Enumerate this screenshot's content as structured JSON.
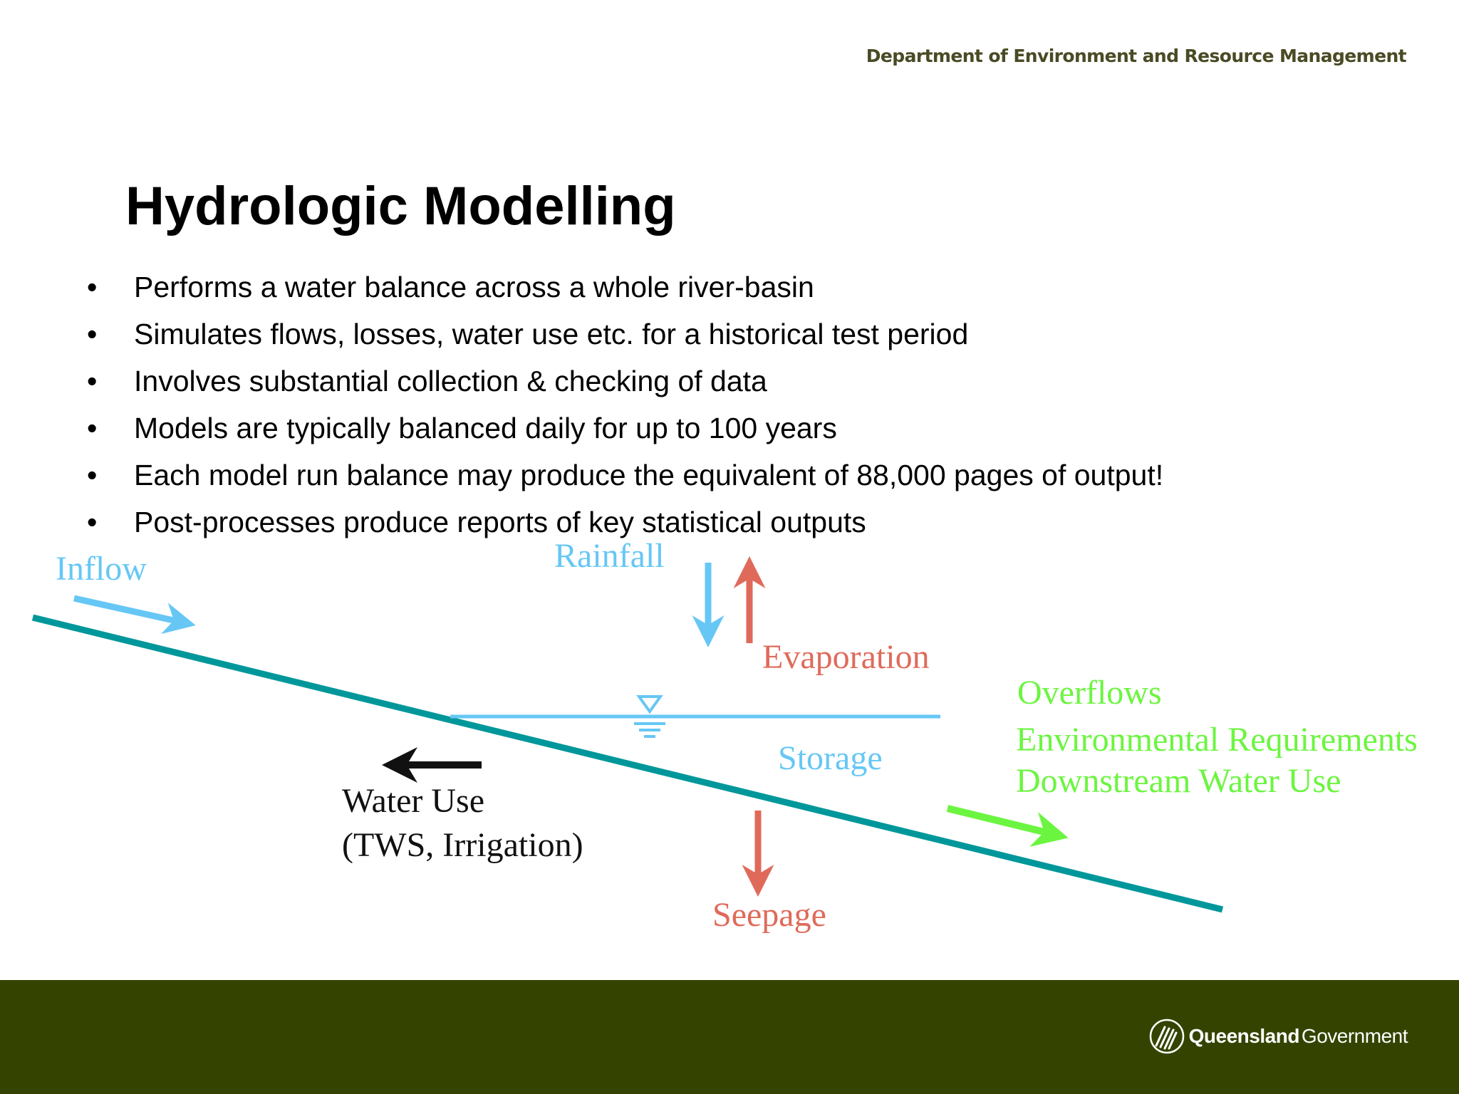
{
  "header": {
    "department": "Department of Environment and Resource Management"
  },
  "slide": {
    "title": "Hydrologic Modelling",
    "bullet_symbol": "•",
    "bullets": [
      "Performs a water balance across a whole river-basin",
      "Simulates flows, losses, water use etc. for a historical test period",
      "Involves substantial collection & checking of data",
      "Models are typically balanced daily for up to 100 years",
      "Each model run balance may produce the equivalent of 88,000 pages of output!",
      "Post-processes produce reports of key statistical outputs"
    ]
  },
  "diagram": {
    "inflow": "Inflow",
    "rainfall": "Rainfall",
    "evaporation": "Evaporation",
    "overflows": "Overflows",
    "environmental": "Environmental Requirements",
    "downstream": "Downstream Water Use",
    "storage": "Storage",
    "water_use_line1": "Water Use",
    "water_use_line2": "(TWS, Irrigation)",
    "seepage": "Seepage"
  },
  "footer": {
    "logo_bold": "Queensland",
    "logo_light": "Government"
  },
  "colors": {
    "river": "#00979a",
    "water_blue": "#66c7f5",
    "loss_red": "#e06a5a",
    "outflow_green": "#6cf540",
    "water_use": "#111111",
    "footer_bg": "#344400",
    "department_text": "#4a4a25"
  }
}
